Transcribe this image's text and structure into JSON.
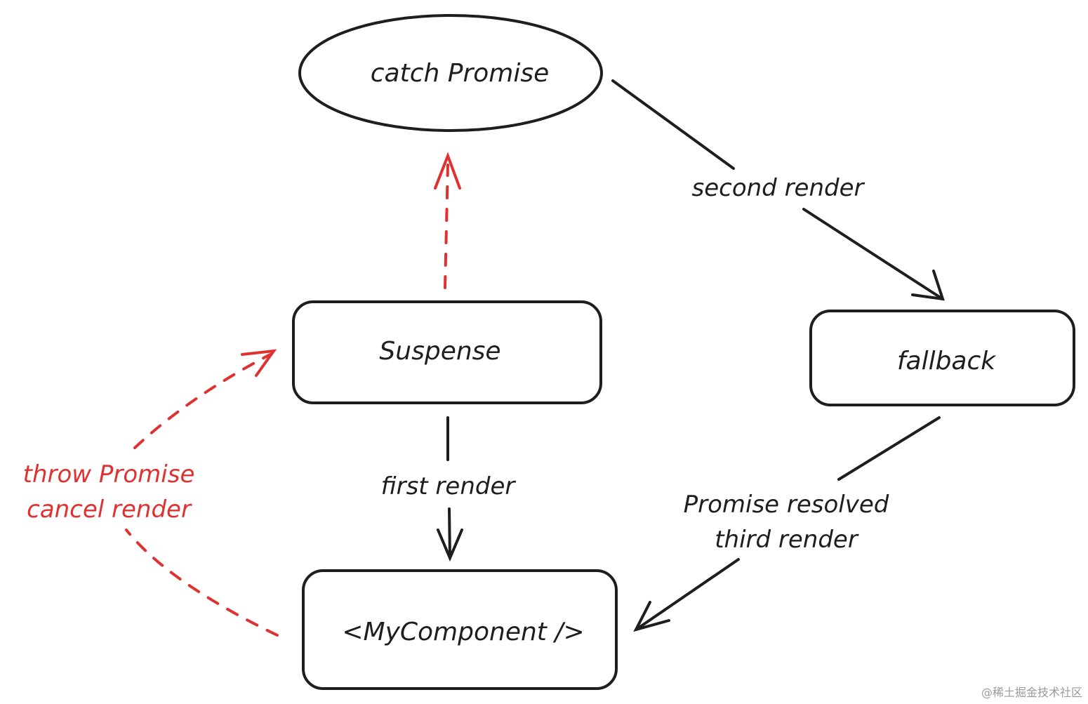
{
  "nodes": {
    "catch_promise": {
      "label": "catch Promise",
      "fill": "#ffc9c9"
    },
    "suspense": {
      "label": "Suspense",
      "fill": "#a5d8ff"
    },
    "fallback": {
      "label": "fallback",
      "fill": "#b2f2bb"
    },
    "my_component": {
      "label": "<MyComponent />",
      "fill": "#a5d8ff"
    }
  },
  "edges": {
    "second_render": "second render",
    "first_render": "first render",
    "promise_resolved_line1": "Promise resolved",
    "promise_resolved_line2": "third render",
    "throw_promise_line1": "throw Promise",
    "throw_promise_line2": "cancel render"
  },
  "colors": {
    "stroke": "#1e1e1e",
    "dashed_red": "#e03131"
  },
  "watermark": "@稀土掘金技术社区"
}
